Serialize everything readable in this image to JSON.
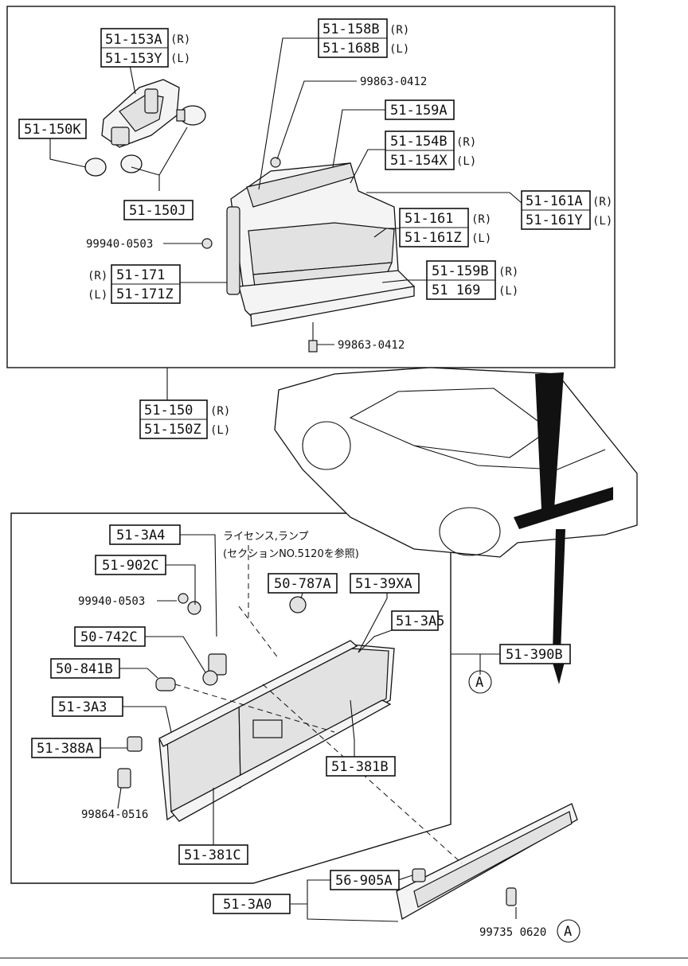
{
  "labels": {
    "l_51_153a": "51-153A",
    "l_51_153y": "51-153Y",
    "l_51_150k": "51-150K",
    "l_51_150j": "51-150J",
    "l_51_158b": "51-158B",
    "l_51_168b": "51-168B",
    "l_51_159a": "51-159A",
    "l_51_154b": "51-154B",
    "l_51_154x": "51-154X",
    "l_51_161a": "51-161A",
    "l_51_161y": "51-161Y",
    "l_51_161": "51-161",
    "l_51_161z": "51-161Z",
    "l_51_171": "51-171",
    "l_51_171z": "51-171Z",
    "l_51_159b": "51-159B",
    "l_51_169": "51 169",
    "l_51_150": "51-150",
    "l_51_150z": "51-150Z",
    "l_51_3a4": "51-3A4",
    "l_51_902c": "51-902C",
    "l_50_787a": "50-787A",
    "l_51_39xa": "51-39XA",
    "l_51_3a5": "51-3A5",
    "l_50_742c": "50-742C",
    "l_50_841b": "50-841B",
    "l_51_3a3": "51-3A3",
    "l_51_388a": "51-388A",
    "l_51_381b": "51-381B",
    "l_51_381c": "51-381C",
    "l_51_390b": "51-390B",
    "l_56_905a": "56-905A",
    "l_51_3a0": "51-3A0"
  },
  "part_numbers": {
    "p_99863_0412_top": "99863-0412",
    "p_99940_0503_top": "99940-0503",
    "p_99863_0412_bot": "99863-0412",
    "p_99940_0503_mid": "99940-0503",
    "p_99864_0516": "99864-0516",
    "p_99735_0620": "99735 0620"
  },
  "side_marks": {
    "right": "(R)",
    "left": "(L)"
  },
  "reference_marks": {
    "a": "A"
  },
  "notes": {
    "license_lamp": "ライセンス,ランプ",
    "section_ref": "(セクションNO.5120を参照)"
  }
}
